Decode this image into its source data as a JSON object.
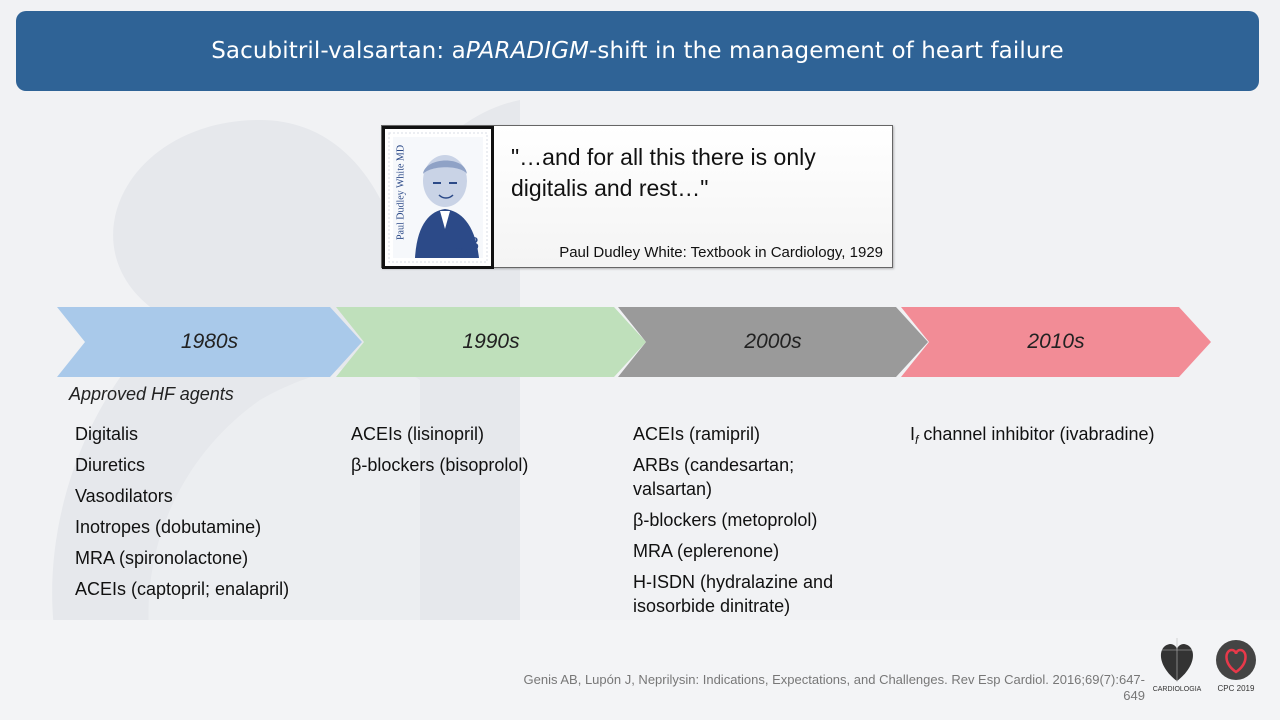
{
  "title": {
    "prefix": "Sacubitril-valsartan: a ",
    "emphasis": "PARADIGM",
    "suffix": "-shift in the management of heart failure"
  },
  "quote": {
    "line1": "\"…and for all this there is only",
    "line2": "digitalis and rest…\"",
    "source": "Paul Dudley White: Textbook in Cardiology, 1929",
    "stamp_name": "Paul Dudley White MD",
    "stamp_country": "USA",
    "stamp_value": "3"
  },
  "timeline": [
    {
      "label": "1980s",
      "color": "#a9c9ea"
    },
    {
      "label": "1990s",
      "color": "#bfe0bb"
    },
    {
      "label": "2000s",
      "color": "#9a9a9a"
    },
    {
      "label": "2010s",
      "color": "#f28c96"
    }
  ],
  "approved_label": "Approved HF agents",
  "agents": {
    "col1": [
      "Digitalis",
      "Diuretics",
      "Vasodilators",
      "Inotropes (dobutamine)",
      "MRA (spironolactone)",
      "ACEIs (captopril; enalapril)"
    ],
    "col2": [
      "ACEIs (lisinopril)",
      "β-blockers (bisoprolol)"
    ],
    "col3": [
      "ACEIs (ramipril)",
      "ARBs (candesartan; valsartan)",
      "β-blockers (metoprolol)",
      "MRA (eplerenone)",
      "H-ISDN (hydralazine and isosorbide dinitrate)"
    ],
    "col4_prefix": "I",
    "col4_sub": "f",
    "col4_suffix": " channel inhibitor (ivabradine)"
  },
  "reference": "Genis AB, Lupón J, Neprilysin: Indications, Expectations, and Challenges. Rev Esp Cardiol. 2016;69(7):647-649",
  "logos": {
    "spc_text": "CARDIOLOGIA",
    "cpc_text": "CPC 2019"
  }
}
